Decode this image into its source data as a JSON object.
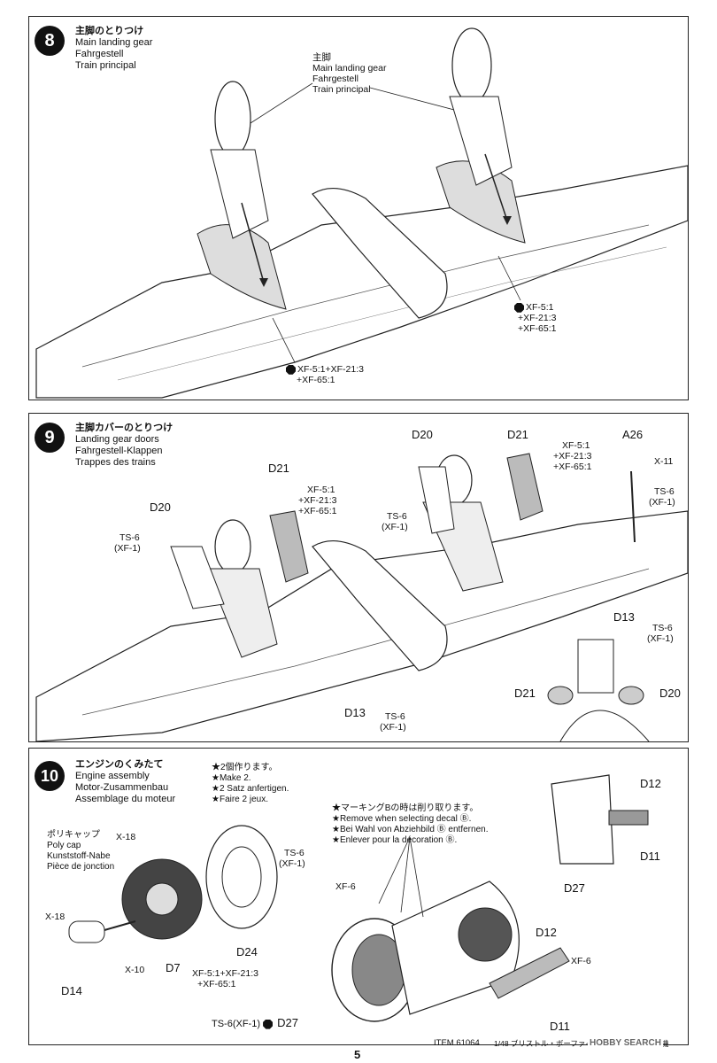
{
  "step8": {
    "number": "8",
    "title_jp": "主脚のとりつけ",
    "title_en": "Main landing gear",
    "title_de": "Fahrgestell",
    "title_fr": "Train principal",
    "callout_jp": "主脚",
    "callout_en": "Main landing gear",
    "callout_de": "Fahrgestell",
    "callout_fr": "Train principal",
    "paint_right": [
      "XF-5:1",
      "+XF-21:3",
      "+XF-65:1"
    ],
    "paint_left_line1": "XF-5:1+XF-21:3",
    "paint_left_line2": "+XF-65:1"
  },
  "step9": {
    "number": "9",
    "title_jp": "主脚カバーのとりつけ",
    "title_en": "Landing gear doors",
    "title_de": "Fahrgestell-Klappen",
    "title_fr": "Trappes des trains",
    "parts": {
      "d20_left": "D20",
      "d21_left": "D21",
      "d20_right": "D20",
      "d21_right": "D21",
      "a26": "A26",
      "d13_right": "D13",
      "d13_bottom": "D13",
      "d21_detail": "D21",
      "d20_detail": "D20"
    },
    "paint_d21_left": [
      "XF-5:1",
      "+XF-21:3",
      "+XF-65:1"
    ],
    "paint_d21_right": [
      "XF-5:1",
      "+XF-21:3",
      "+XF-65:1"
    ],
    "ts6_left": [
      "TS-6",
      "(XF-1)"
    ],
    "ts6_center": [
      "TS-6",
      "(XF-1)"
    ],
    "ts6_right": [
      "TS-6",
      "(XF-1)"
    ],
    "ts6_d13_right": [
      "TS-6",
      "(XF-1)"
    ],
    "ts6_d13_bottom": [
      "TS-6",
      "(XF-1)"
    ],
    "x11": "X-11"
  },
  "step10": {
    "number": "10",
    "title_jp": "エンジンのくみたて",
    "title_en": "Engine assembly",
    "title_de": "Motor-Zusammenbau",
    "title_fr": "Assemblage du moteur",
    "make2": [
      "★2個作ります。",
      "★Make 2.",
      "★2 Satz anfertigen.",
      "★Faire 2 jeux."
    ],
    "decal_note": [
      "★マーキングBの時は削り取ります。",
      "★Remove when selecting decal Ⓑ.",
      "★Bei Wahl von Abziehbild Ⓑ entfernen.",
      "★Enlever pour la décoration Ⓑ."
    ],
    "polycap": [
      "ポリキャップ",
      "Poly cap",
      "Kunststoff-Nabe",
      "Pièce de jonction"
    ],
    "x18_top": "X-18",
    "x18_left": "X-18",
    "x10": "X-10",
    "d7": "D7",
    "d14": "D14",
    "d24": "D24",
    "ts6_top": [
      "TS-6",
      "(XF-1)"
    ],
    "paint_engine": [
      "XF-5:1+XF-21:3",
      "+XF-65:1"
    ],
    "xf6_left": "XF-6",
    "xf6_right": "XF-6",
    "d12_top": "D12",
    "d11_top": "D11",
    "d27_top": "D27",
    "d12_bottom": "D12",
    "d11_bottom": "D11",
    "d27_bottom": "D27",
    "ts6_d27": "TS-6(XF-1)"
  },
  "footer": {
    "page_number": "5",
    "item": "ITEM 61064",
    "product": "1/48 ブリストル・ボーファイター Mk.VI 夜間戦闘機",
    "watermark": "HOBBY SEARCH"
  }
}
